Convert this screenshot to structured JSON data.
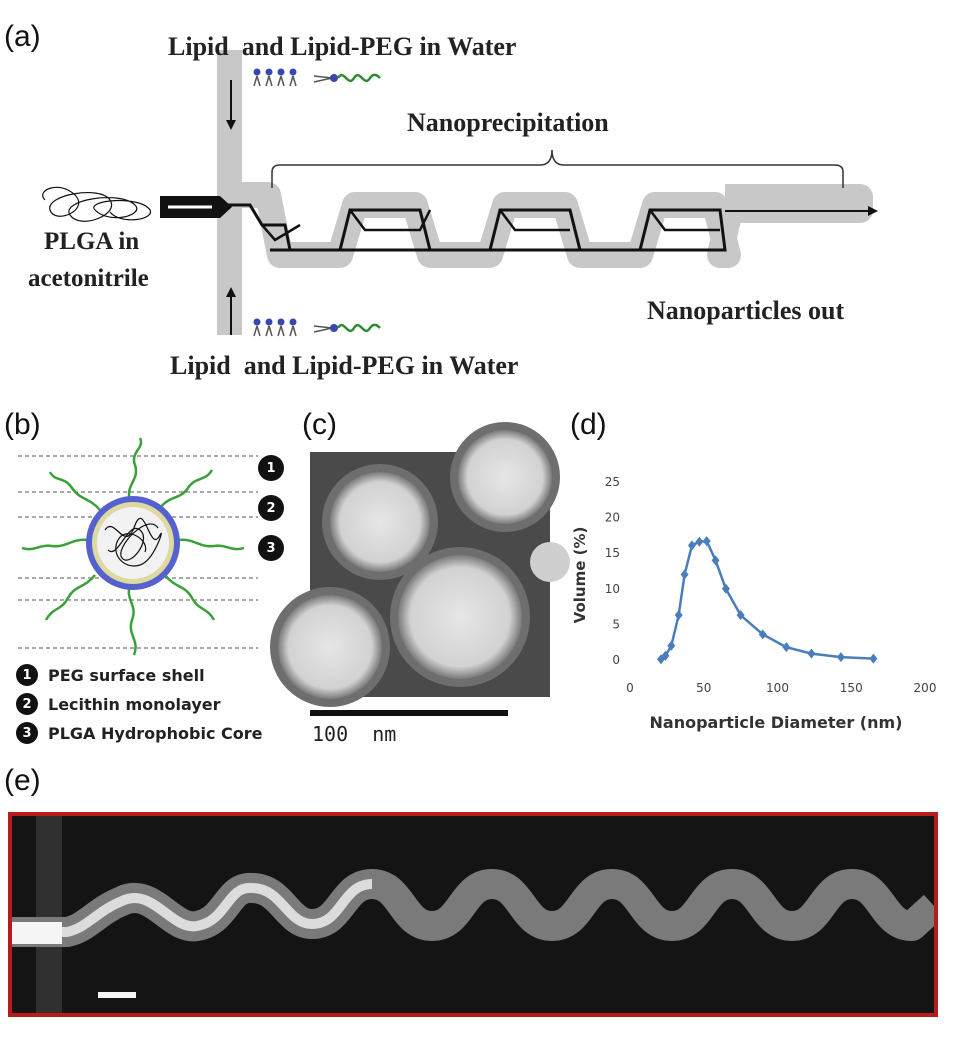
{
  "panel_a": {
    "label": "(a)",
    "top_inlet": "Lipid  and Lipid-PEG in Water",
    "bottom_inlet": "Lipid  and Lipid-PEG in Water",
    "process": "Nanoprecipitation",
    "side_inlet_line1": "PLGA in",
    "side_inlet_line2": "acetonitrile",
    "outlet": "Nanoparticles out"
  },
  "panel_b": {
    "label": "(b)",
    "layers": [
      {
        "num": "1",
        "text": "PEG surface shell"
      },
      {
        "num": "2",
        "text": "Lecithin monolayer"
      },
      {
        "num": "3",
        "text": "PLGA Hydrophobic Core"
      }
    ]
  },
  "panel_c": {
    "label": "(c)",
    "scale_text": "100  nm"
  },
  "panel_d": {
    "label": "(d)"
  },
  "panel_e": {
    "label": "(e)",
    "border_color": "#b71c1c"
  },
  "chart_data": {
    "type": "line",
    "title": "",
    "xlabel": "Nanoparticle Diameter (nm)",
    "ylabel": "Volume (%)",
    "xlim": [
      0,
      200
    ],
    "ylim": [
      0,
      25
    ],
    "xticks": [
      0,
      50,
      100,
      150,
      200
    ],
    "yticks": [
      0,
      5,
      10,
      15,
      20,
      25
    ],
    "grid": false,
    "series_color": "#4a7ebb",
    "x": [
      21,
      24,
      28,
      33,
      37,
      42,
      47,
      52,
      58,
      65,
      75,
      90,
      106,
      123,
      143,
      165
    ],
    "y": [
      0.1,
      0.6,
      2.0,
      6.3,
      12.0,
      16.1,
      16.6,
      16.7,
      14.0,
      10.0,
      6.3,
      3.6,
      1.8,
      0.9,
      0.4,
      0.2
    ]
  }
}
